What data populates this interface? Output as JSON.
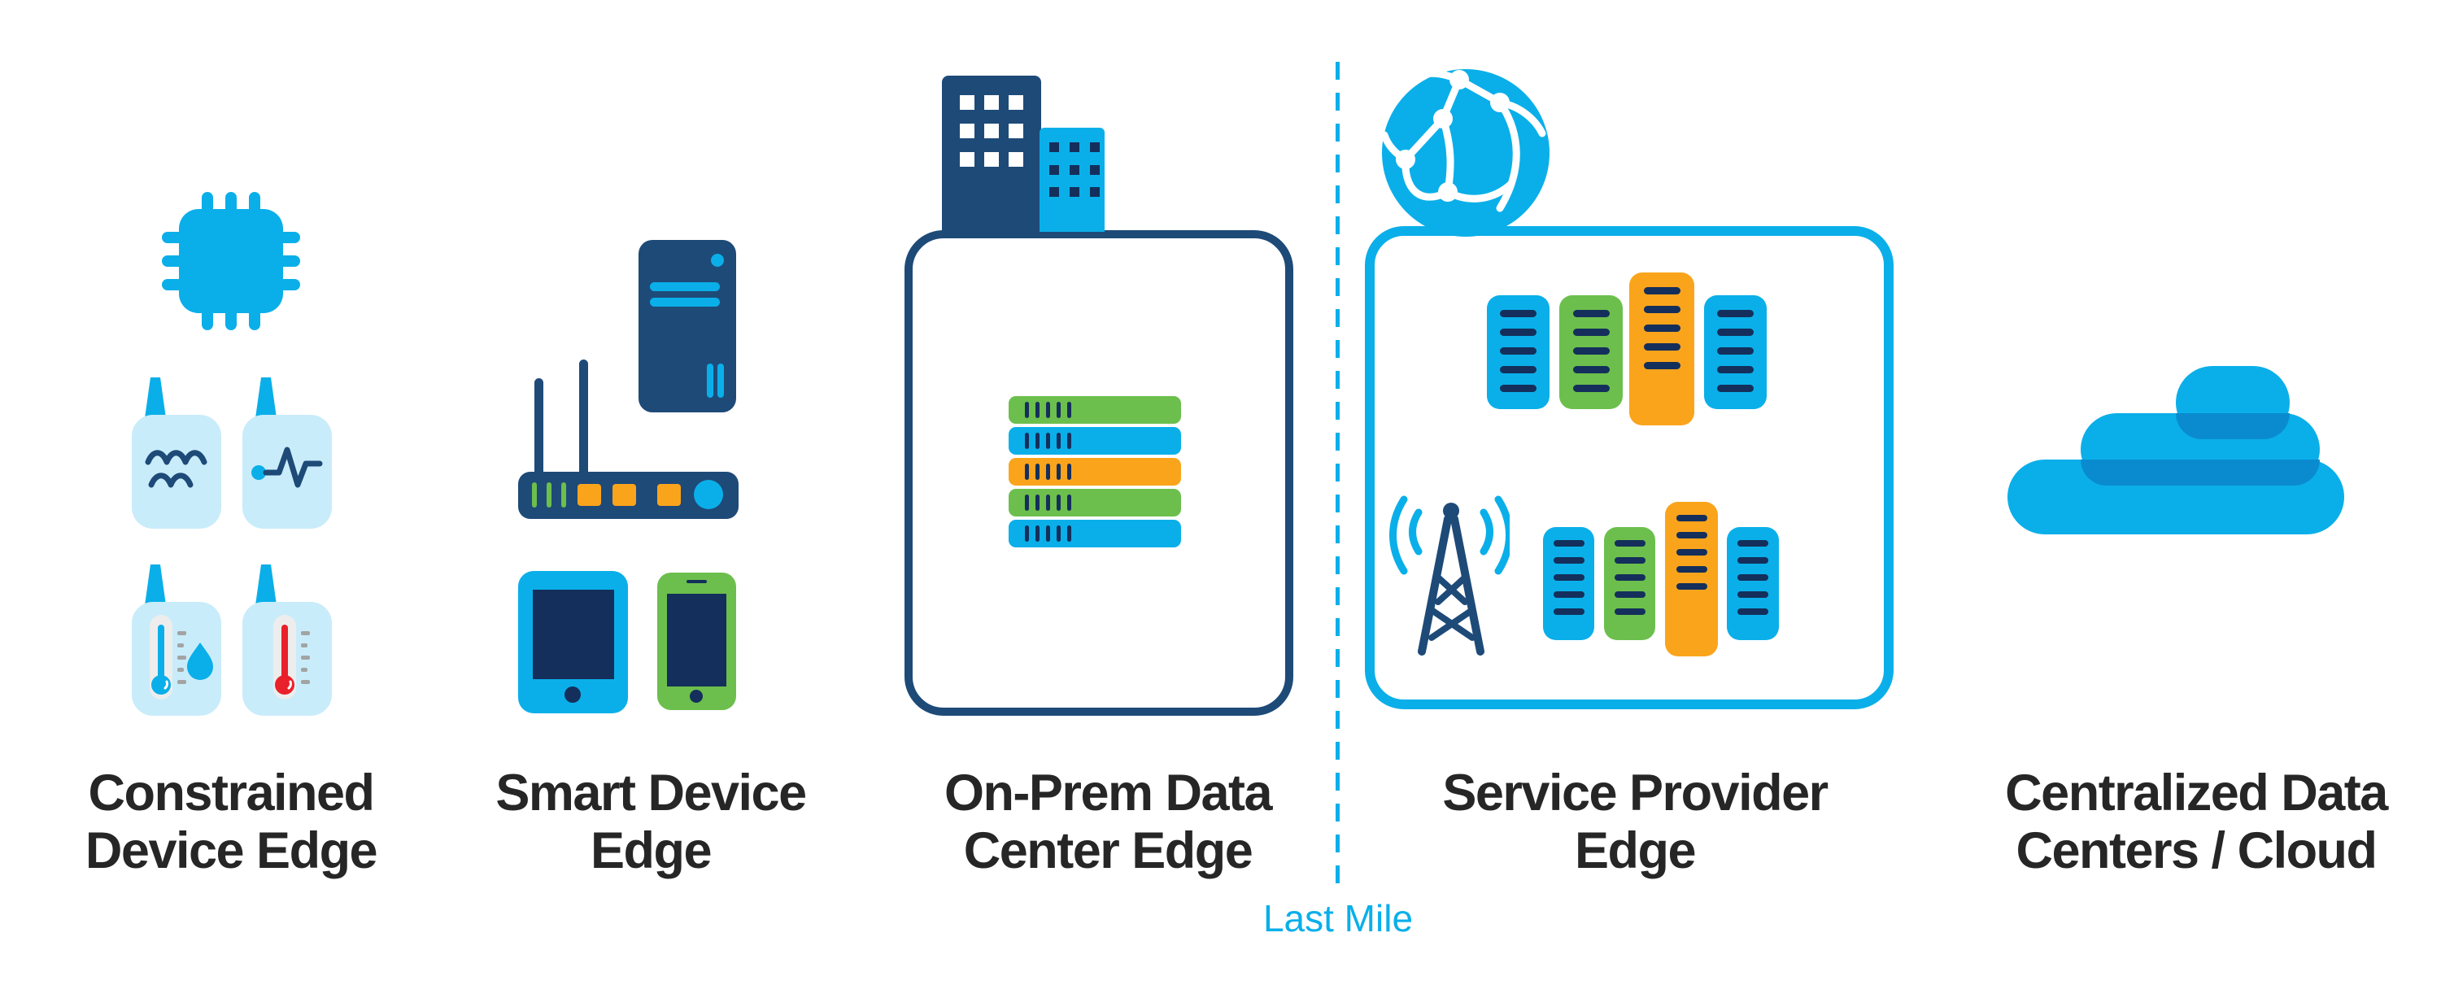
{
  "diagram": {
    "name": "edge-computing-continuum-diagram",
    "divider_label": "Last Mile"
  },
  "colors": {
    "cyan": "#0aafe9",
    "cyan_dark": "#0a8bd0",
    "navy": "#1e4a78",
    "navy_dark": "#142f5b",
    "green": "#6cbf4c",
    "orange": "#faa41c",
    "red": "#e8212b",
    "sensor_body": "#c9ecfa",
    "text": "#262626",
    "tick_gray": "#a3a3a3",
    "thermo_white": "#ededed"
  },
  "columns": [
    {
      "id": "constrained-device-edge",
      "label": "Constrained\nDevice Edge",
      "icons": [
        "processor-chip",
        "water-sensor",
        "pulse-sensor",
        "humidity-sensor",
        "temperature-sensor"
      ]
    },
    {
      "id": "smart-device-edge",
      "label": "Smart Device\nEdge",
      "icons": [
        "desktop-tower-pc",
        "wireless-router",
        "tablet",
        "smartphone"
      ]
    },
    {
      "id": "on-prem-data-center-edge",
      "label": "On-Prem Data\nCenter Edge",
      "icons": [
        "office-buildings",
        "server-stack"
      ],
      "server_stack_colors": [
        "green",
        "cyan",
        "orange",
        "green",
        "cyan"
      ],
      "slots_per_server": 5
    },
    {
      "id": "service-provider-edge",
      "label": "Service Provider\nEdge",
      "icons": [
        "globe-network",
        "server-rack",
        "cell-tower",
        "server-rack"
      ],
      "rack_colors": [
        "cyan",
        "green",
        "orange",
        "cyan"
      ],
      "slots_per_server": 5
    },
    {
      "id": "centralized-data-centers-cloud",
      "label": "Centralized Data\nCenters / Cloud",
      "icons": [
        "cloud"
      ]
    }
  ]
}
